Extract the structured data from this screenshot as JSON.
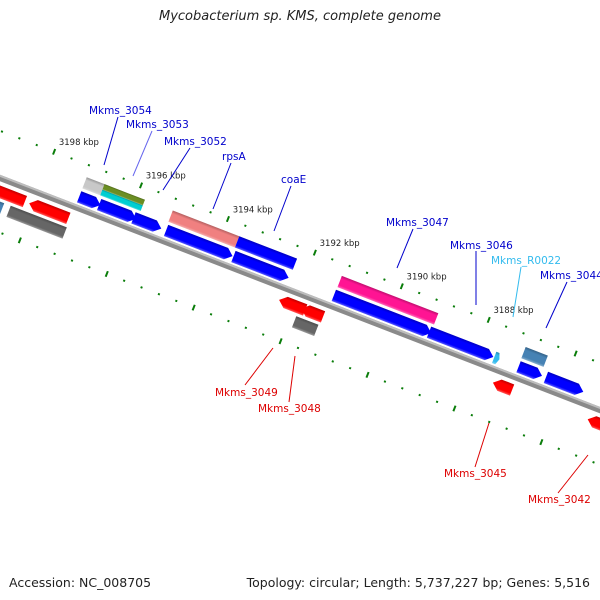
{
  "title": "Mycobacterium sp. KMS, complete genome",
  "footer": {
    "accession": "Accession: NC_008705",
    "summary": "Topology: circular; Length: 5,737,227 bp; Genes: 5,516"
  },
  "colors": {
    "backbone": "#8a8a8a",
    "tick": "#0a7d0a",
    "label_forward": "#0000cc",
    "label_reverse": "#dd0000",
    "label_rna": "#33bbee"
  },
  "ticks": {
    "major_labels": [
      "3198 kbp",
      "3196 kbp",
      "3194 kbp",
      "3192 kbp",
      "3190 kbp",
      "3188 kbp"
    ],
    "major_values_kbp": [
      3198,
      3196,
      3194,
      3192,
      3190,
      3188
    ],
    "minor_step_kbp": 0.4
  },
  "features": [
    {
      "name": "",
      "start": 3199.9,
      "end": 3199.6,
      "row": "top2",
      "color": "#ff1493"
    },
    {
      "name": "",
      "start": 3200.2,
      "end": 3198.2,
      "row": "bot1",
      "color": "#ff0000",
      "arrow": "left"
    },
    {
      "name": "",
      "start": 3198.1,
      "end": 3197.2,
      "row": "bot1",
      "color": "#ff0000",
      "arrow": "left"
    },
    {
      "name": "",
      "start": 3199.9,
      "end": 3198.6,
      "row": "bot2",
      "color": "#4682b4"
    },
    {
      "name": "",
      "start": 3198.45,
      "end": 3197.16,
      "row": "bot2",
      "color": "#666666"
    },
    {
      "name": "Mkms_3054",
      "start": 3197.15,
      "end": 3196.66,
      "row": "top1",
      "color": "#0000ff",
      "arrow": "right"
    },
    {
      "name": "Mkms_3054",
      "start": 3197.15,
      "end": 3196.63,
      "row": "top2",
      "color": "#c8c8c8"
    },
    {
      "name": "Mkms_3053",
      "start": 3196.69,
      "end": 3195.84,
      "row": "top1",
      "color": "#0000ff",
      "arrow": "right"
    },
    {
      "name": "Mkms_3053",
      "start": 3196.74,
      "end": 3195.81,
      "row": "top2a",
      "color": "#6b8e23"
    },
    {
      "name": "Mkms_3053",
      "start": 3196.74,
      "end": 3195.81,
      "row": "top2b",
      "color": "#00ced1"
    },
    {
      "name": "Mkms_3052",
      "start": 3195.9,
      "end": 3195.26,
      "row": "top1",
      "color": "#0000ff",
      "arrow": "right"
    },
    {
      "name": "rpsA",
      "start": 3195.15,
      "end": 3193.62,
      "row": "top1",
      "color": "#0000ff",
      "arrow": "right"
    },
    {
      "name": "rpsA",
      "start": 3195.17,
      "end": 3193.64,
      "row": "top2",
      "color": "#f08080"
    },
    {
      "name": "coaE",
      "start": 3193.6,
      "end": 3192.33,
      "row": "top1",
      "color": "#0000ff",
      "arrow": "right"
    },
    {
      "name": "coaE",
      "start": 3193.64,
      "end": 3192.31,
      "row": "top2",
      "color": "#0000ff"
    },
    {
      "name": "Mkms_3049",
      "start": 3192.35,
      "end": 3191.75,
      "row": "bot1",
      "color": "#ff0000",
      "arrow": "left"
    },
    {
      "name": "Mkms_3048",
      "start": 3191.84,
      "end": 3191.34,
      "row": "bot1",
      "color": "#ff0000",
      "arrow": "left"
    },
    {
      "name": "Mkms_3048",
      "start": 3191.88,
      "end": 3191.37,
      "row": "bot2",
      "color": "#666666"
    },
    {
      "name": "Mkms_3047",
      "start": 3191.29,
      "end": 3189.05,
      "row": "top1",
      "color": "#0000ff",
      "arrow": "right"
    },
    {
      "name": "Mkms_3047",
      "start": 3191.28,
      "end": 3189.06,
      "row": "top2",
      "color": "#ff1493"
    },
    {
      "name": "Mkms_3046",
      "start": 3189.1,
      "end": 3187.62,
      "row": "top1",
      "color": "#0000ff",
      "arrow": "right"
    },
    {
      "name": "Mkms_R0022",
      "start": 3187.6,
      "end": 3187.48,
      "row": "top1",
      "color": "#33bbee",
      "arrow": "right"
    },
    {
      "name": "Mkms_3045",
      "start": 3187.43,
      "end": 3186.99,
      "row": "bot1",
      "color": "#ff0000",
      "arrow": "left"
    },
    {
      "name": "Mkms_3044",
      "start": 3187.04,
      "end": 3186.5,
      "row": "top1",
      "color": "#0000ff",
      "arrow": "right"
    },
    {
      "name": "Mkms_3044",
      "start": 3187.05,
      "end": 3186.54,
      "row": "top2",
      "color": "#4682b4"
    },
    {
      "name": "",
      "start": 3186.41,
      "end": 3185.55,
      "row": "top1",
      "color": "#0000ff",
      "arrow": "right"
    },
    {
      "name": "Mkms_3042",
      "start": 3185.25,
      "end": 3184.6,
      "row": "bot1",
      "color": "#ff0000",
      "arrow": "left"
    }
  ],
  "labels": [
    {
      "text": "Mkms_3054",
      "kind": "forward"
    },
    {
      "text": "Mkms_3053",
      "kind": "forward"
    },
    {
      "text": "Mkms_3052",
      "kind": "forward"
    },
    {
      "text": "rpsA",
      "kind": "forward"
    },
    {
      "text": "coaE",
      "kind": "forward"
    },
    {
      "text": "Mkms_3047",
      "kind": "forward"
    },
    {
      "text": "Mkms_3046",
      "kind": "forward"
    },
    {
      "text": "Mkms_R0022",
      "kind": "rna"
    },
    {
      "text": "Mkms_3044",
      "kind": "forward"
    },
    {
      "text": "Mkms_3049",
      "kind": "reverse"
    },
    {
      "text": "Mkms_3048",
      "kind": "reverse"
    },
    {
      "text": "Mkms_3045",
      "kind": "reverse"
    },
    {
      "text": "Mkms_3042",
      "kind": "reverse"
    }
  ]
}
